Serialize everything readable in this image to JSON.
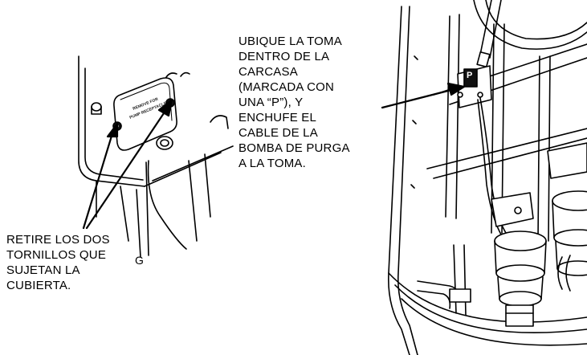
{
  "callouts": {
    "locate_receptacle": [
      "UBIQUE LA TOMA",
      "DENTRO DE LA",
      "CARCASA",
      "(MARCADA CON",
      "UNA “P”), Y",
      "ENCHUFE EL",
      "CABLE DE LA",
      "BOMBA DE PURGA",
      "A LA TOMA."
    ],
    "remove_screws": [
      "RETIRE LOS DOS",
      "TORNILLOS QUE",
      "SUJETAN LA",
      "CUBIERTA."
    ]
  },
  "cover_label": [
    "REMOVE FOR",
    "PUMP RECEPTACLE"
  ],
  "part_mark": "G",
  "receptacle_mark": "P",
  "colors": {
    "line": "#000000",
    "fill": "#ffffff",
    "shade": "#dddddd",
    "dark": "#111111"
  }
}
